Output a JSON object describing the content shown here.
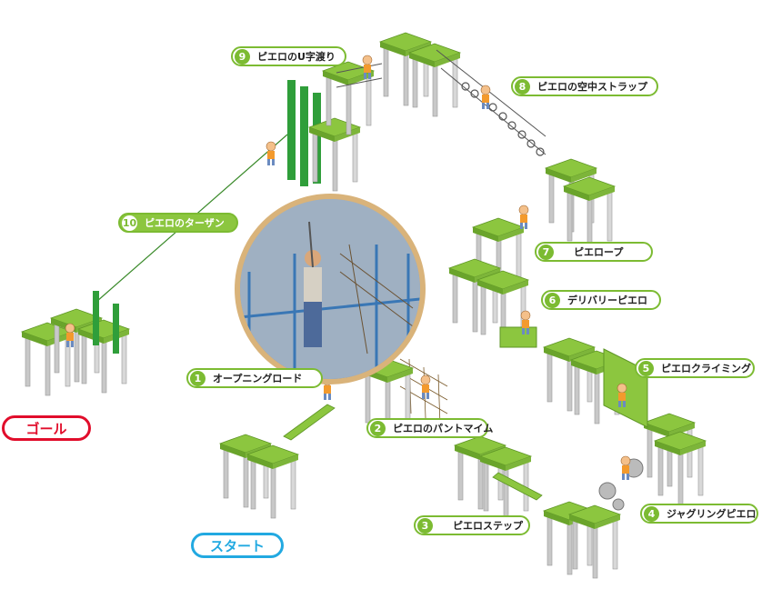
{
  "stations": [
    {
      "num": "1",
      "name": "オープニングロード"
    },
    {
      "num": "2",
      "name": "ピエロのパントマイム"
    },
    {
      "num": "3",
      "name": "ピエロステップ"
    },
    {
      "num": "4",
      "name": "ジャグリングピエロ"
    },
    {
      "num": "5",
      "name": "ピエロクライミング"
    },
    {
      "num": "6",
      "name": "デリバリーピエロ"
    },
    {
      "num": "7",
      "name": "ピエロープ"
    },
    {
      "num": "8",
      "name": "ピエロの空中ストラップ"
    },
    {
      "num": "9",
      "name": "ピエロのU字渡り"
    },
    {
      "num": "10",
      "name": "ピエロのターザン"
    }
  ],
  "goal": "ゴール",
  "start": "スタート",
  "colors": {
    "platform_top": "#8cc63f",
    "platform_side": "#6aa42b",
    "post": "#c9c9c9",
    "label_border": "#7cbb32",
    "goal": "#e10d2b",
    "start": "#22a9e1"
  }
}
